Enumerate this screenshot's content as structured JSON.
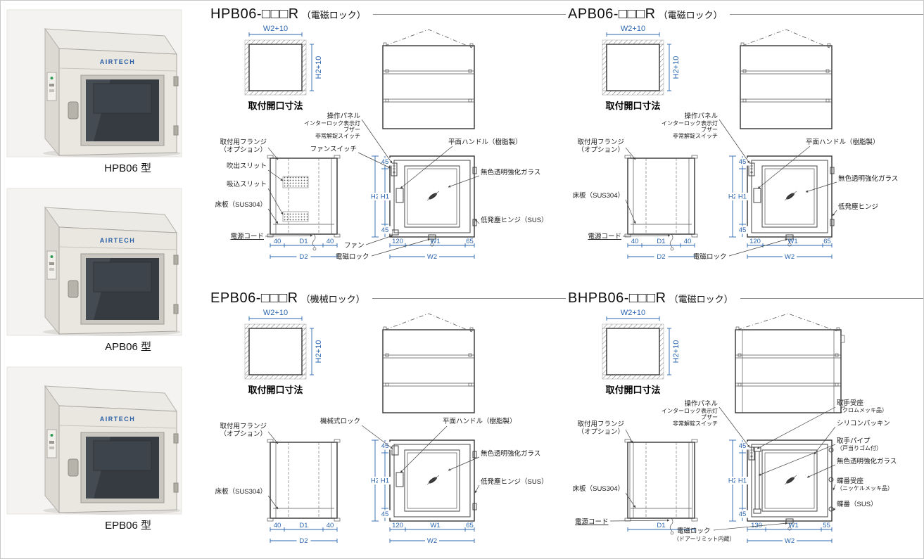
{
  "brand": "AIRTECH",
  "products": [
    {
      "name": "HPB06 型"
    },
    {
      "name": "APB06 型"
    },
    {
      "name": "EPB06 型"
    }
  ],
  "panels": {
    "hpb06": {
      "model": "HPB06-□□□R",
      "lock": "（電磁ロック）",
      "opening_caption": "取付開口寸法",
      "labels": {
        "flange1": "取付用フランジ",
        "flange2": "（オプション）",
        "blow_slit": "吹出スリット",
        "suction_slit": "吸込スリット",
        "floor": "床板（SUS304）",
        "cord": "電源コード",
        "op_panel": "操作パネル",
        "op_sub1": "インターロック表示灯",
        "op_sub2": "ブザー",
        "op_sub3": "非常解錠スイッチ",
        "fan_switch": "ファンスイッチ",
        "handle": "平面ハンドル（樹脂製）",
        "glass": "無色透明強化ガラス",
        "hinge": "低発塵ヒンジ（SUS）",
        "fan": "ファン",
        "lock": "電磁ロック"
      },
      "dims": {
        "opening_w": "W2+10",
        "opening_h": "H2+10",
        "h_outer": "H2",
        "h_inner": "H1",
        "h_top": "45",
        "h_bottom": "45",
        "side_b1": [
          "40",
          "D1",
          "40"
        ],
        "side_b2": "D2",
        "front_b1": [
          "120",
          "W1",
          "65"
        ],
        "front_b2": "W2"
      }
    },
    "apb06": {
      "model": "APB06-□□□R",
      "lock": "（電磁ロック）",
      "opening_caption": "取付開口寸法",
      "labels": {
        "flange1": "取付用フランジ",
        "flange2": "（オプション）",
        "floor": "床板（SUS304）",
        "cord": "電源コード",
        "op_panel": "操作パネル",
        "op_sub1": "インターロック表示灯",
        "op_sub2": "ブザー",
        "op_sub3": "非常解錠スイッチ",
        "handle": "平面ハンドル（樹脂製）",
        "glass": "無色透明強化ガラス",
        "hinge": "低発塵ヒンジ",
        "lock": "電磁ロック"
      },
      "dims": {
        "opening_w": "W2+10",
        "opening_h": "H2+10",
        "h_outer": "H2",
        "h_inner": "H1",
        "h_top": "45",
        "h_bottom": "45",
        "side_b1": [
          "40",
          "D1",
          "40"
        ],
        "side_b2": "D2",
        "front_b1": [
          "120",
          "W1",
          "65"
        ],
        "front_b2": "W2"
      }
    },
    "epb06": {
      "model": "EPB06-□□□R",
      "lock": "（機械ロック）",
      "opening_caption": "取付開口寸法",
      "labels": {
        "flange1": "取付用フランジ",
        "flange2": "（オプション）",
        "floor": "床板（SUS304）",
        "mech_lock": "機械式ロック",
        "handle": "平面ハンドル（樹脂製）",
        "glass": "無色透明強化ガラス",
        "hinge": "低発塵ヒンジ（SUS）"
      },
      "dims": {
        "opening_w": "W2+10",
        "opening_h": "H2+10",
        "h_outer": "H2",
        "h_inner": "H1",
        "h_top": "45",
        "h_bottom": "45",
        "side_b1": [
          "40",
          "D1",
          "40"
        ],
        "side_b2": "D2",
        "front_b1": [
          "120",
          "W1",
          "65"
        ],
        "front_b2": "W2"
      }
    },
    "bhpb06": {
      "model": "BHPB06-□□□R",
      "lock": "（電磁ロック）",
      "opening_caption": "取付開口寸法",
      "labels": {
        "flange1": "取付用フランジ",
        "flange2": "（オプション）",
        "floor": "床板（SUS304）",
        "cord": "電源コード",
        "op_panel": "操作パネル",
        "op_sub1": "インターロック表示灯",
        "op_sub2": "ブザー",
        "op_sub3": "非常解錠スイッチ",
        "handle_seat1": "取手受座",
        "handle_seat2": "（クロムメッキ品）",
        "silicon": "シリコンパッキン",
        "pipe1": "取手パイプ",
        "pipe2": "（戸当りゴム付）",
        "glass": "無色透明強化ガラス",
        "hinge_seat1": "蝶番受座",
        "hinge_seat2": "（ニッケルメッキ品）",
        "hinge": "蝶番（SUS）",
        "lock": "電磁ロック",
        "lock_sub": "（ドアーリミット内蔵）"
      },
      "dims": {
        "opening_w": "W2+10",
        "opening_h": "H2+10",
        "h_outer": "H2",
        "h_inner": "H1",
        "h_top": "45",
        "h_bottom": "45",
        "side_b1": "D1",
        "front_b1": [
          "130",
          "W1",
          "55"
        ],
        "front_b2": "W2"
      }
    }
  }
}
